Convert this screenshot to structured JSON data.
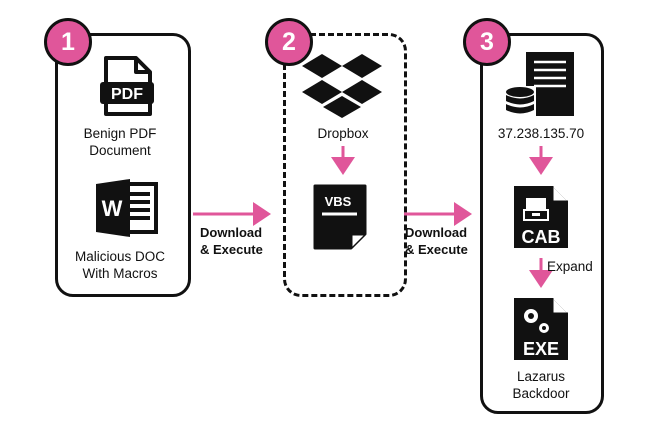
{
  "badges": {
    "stage1": "1",
    "stage2": "2",
    "stage3": "3"
  },
  "stage1": {
    "pdf_icon_text": "PDF",
    "pdf_label_line1": "Benign PDF",
    "pdf_label_line2": "Document",
    "word_icon_text": "W",
    "doc_label_line1": "Malicious DOC",
    "doc_label_line2": "With Macros"
  },
  "arrow1": {
    "line1": "Download",
    "line2": "& Execute"
  },
  "stage2": {
    "dropbox_label": "Dropbox",
    "vbs_icon_text": "VBS"
  },
  "arrow2": {
    "line1": "Download",
    "line2": "& Execute"
  },
  "stage3": {
    "server_label": "37.238.135.70",
    "cab_icon_text": "CAB",
    "expand_label": "Expand",
    "exe_icon_text": "EXE",
    "backdoor_line1": "Lazarus",
    "backdoor_line2": "Backdoor"
  },
  "colors": {
    "accent": "#e0569a",
    "stroke": "#111111"
  }
}
